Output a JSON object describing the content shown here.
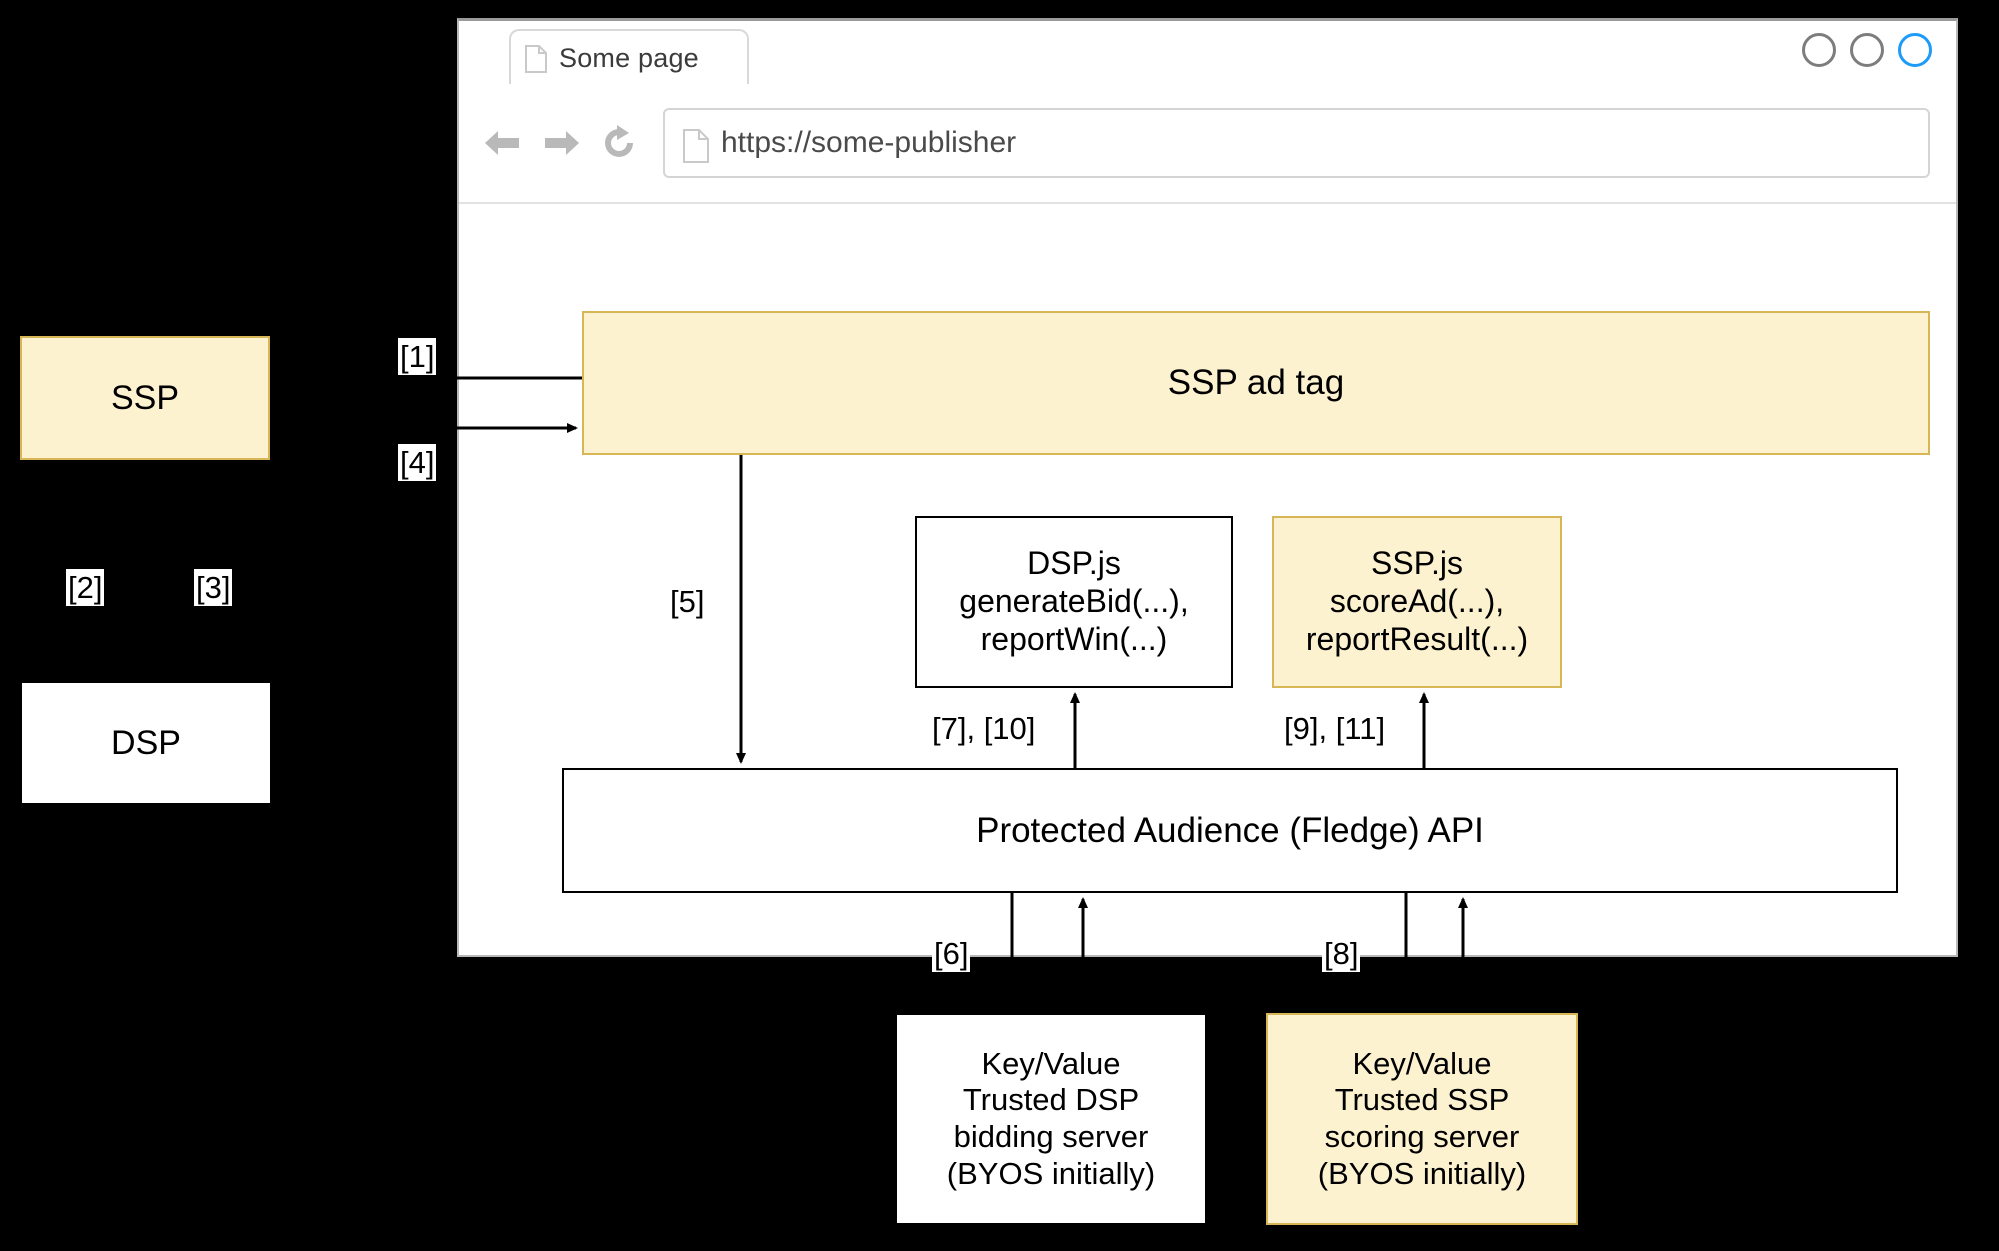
{
  "browser": {
    "tab": {
      "label": "Some page",
      "icon": "document-icon"
    },
    "window_controls": [
      {
        "name": "minimize-circle",
        "color": "#7d7d7d"
      },
      {
        "name": "maximize-circle",
        "color": "#7d7d7d"
      },
      {
        "name": "close-circle",
        "color": "#1d9bf8"
      }
    ],
    "toolbar": {
      "back_icon": "back-arrow-icon",
      "forward_icon": "forward-arrow-icon",
      "reload_icon": "reload-icon",
      "url_icon": "document-icon",
      "url": "https://some-publisher"
    }
  },
  "colors": {
    "background": "#000000",
    "cream_fill": "#fdf2d0",
    "cream_border": "#d6b656",
    "white_fill": "#ffffff",
    "stroke": "#000000",
    "accent_blue": "#1d9bf8"
  },
  "external_boxes": [
    {
      "id": "ssp",
      "label": "SSP",
      "fill": "cream"
    },
    {
      "id": "dsp",
      "label": "DSP",
      "fill": "white"
    }
  ],
  "page_boxes": {
    "ssp_ad_tag": {
      "label": "SSP ad tag",
      "fill": "cream"
    },
    "dsp_js": {
      "label": "DSP.js\ngenerateBid(...),\nreportWin(...)",
      "fill": "white"
    },
    "ssp_js": {
      "label": "SSP.js\nscoreAd(...),\nreportResult(...)",
      "fill": "cream"
    },
    "fledge_api": {
      "label": "Protected Audience (Fledge) API",
      "fill": "white"
    }
  },
  "servers": {
    "kv_dsp": {
      "label": "Key/Value\nTrusted DSP\nbidding server\n(BYOS initially)",
      "fill": "white"
    },
    "kv_ssp": {
      "label": "Key/Value\nTrusted SSP\nscoring server\n(BYOS initially)",
      "fill": "cream"
    }
  },
  "step_labels": {
    "s1": "[1]",
    "s2": "[2]",
    "s3": "[3]",
    "s4": "[4]",
    "s5": "[5]",
    "s6": "[6]",
    "s7_10": "[7], [10]",
    "s8": "[8]",
    "s9_11": "[9], [11]"
  }
}
